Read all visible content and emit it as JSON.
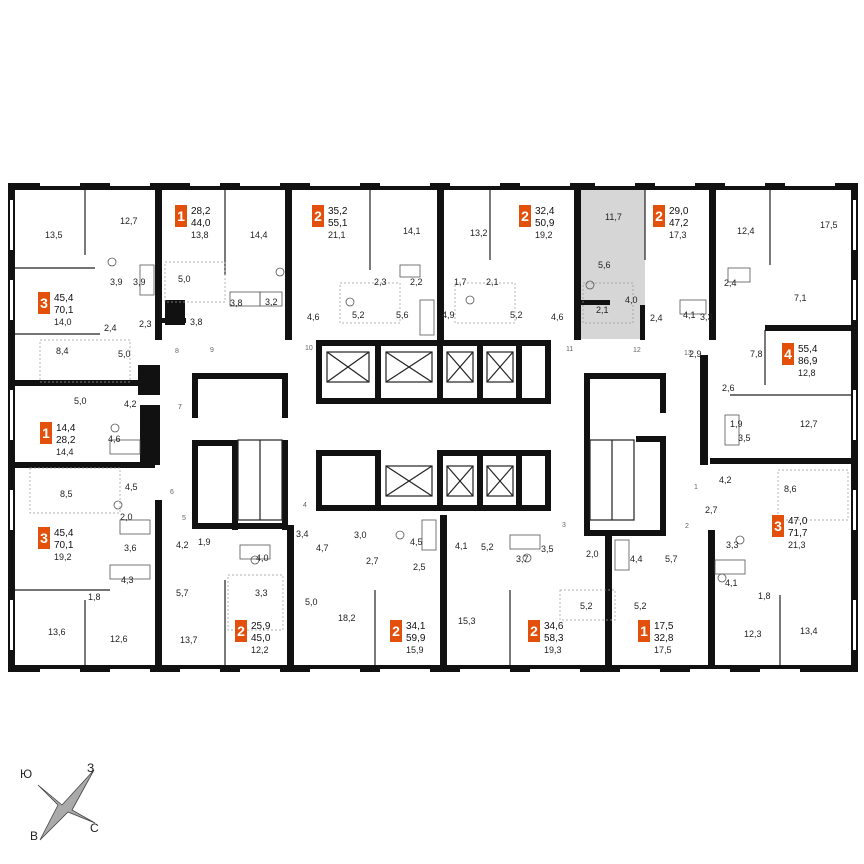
{
  "apartments": [
    {
      "rooms": "1",
      "area": "28,2",
      "total": "44,0",
      "kitchen": "13,8"
    },
    {
      "rooms": "2",
      "area": "35,2",
      "total": "55,1",
      "kitchen": "21,1"
    },
    {
      "rooms": "2",
      "area": "32,4",
      "total": "50,9",
      "kitchen": "19,2"
    },
    {
      "rooms": "2",
      "area": "29,0",
      "total": "47,2",
      "kitchen": "17,3"
    },
    {
      "rooms": "3",
      "area": "45,4",
      "total": "70,1",
      "kitchen": "14,0"
    },
    {
      "rooms": "4",
      "area": "55,4",
      "total": "86,9",
      "kitchen": "12,8"
    },
    {
      "rooms": "1",
      "area": "14,4",
      "total": "28,2",
      "kitchen": "14,4"
    },
    {
      "rooms": "3",
      "area": "45,4",
      "total": "70,1",
      "kitchen": "19,2"
    },
    {
      "rooms": "3",
      "area": "47,0",
      "total": "71,7",
      "kitchen": "21,3"
    },
    {
      "rooms": "2",
      "area": "25,9",
      "total": "45,0",
      "kitchen": "12,2"
    },
    {
      "rooms": "2",
      "area": "34,1",
      "total": "59,9",
      "kitchen": "15,9"
    },
    {
      "rooms": "2",
      "area": "34,6",
      "total": "58,3",
      "kitchen": "19,3"
    },
    {
      "rooms": "1",
      "area": "17,5",
      "total": "32,8",
      "kitchen": "17,5"
    }
  ],
  "room_labels": [
    "13,5",
    "12,7",
    "3,9",
    "3,9",
    "5,0",
    "3,8",
    "3,8",
    "3,2",
    "14,4",
    "4,6",
    "14,1",
    "2,3",
    "2,2",
    "5,2",
    "5,6",
    "1,7",
    "2,1",
    "13,2",
    "4,9",
    "5,2",
    "4,6",
    "11,7",
    "5,6",
    "2,1",
    "4,0",
    "2,4",
    "4,1",
    "3,3",
    "12,4",
    "17,5",
    "2,4",
    "7,1",
    "2,4",
    "2,3",
    "8,4",
    "5,0",
    "5,0",
    "4,2",
    "2,9",
    "7,8",
    "2,6",
    "4,6",
    "1,9",
    "3,5",
    "12,7",
    "8,5",
    "4,5",
    "2,0",
    "3,6",
    "4,3",
    "1,8",
    "13,6",
    "12,6",
    "4,2",
    "5,7",
    "1,9",
    "4,0",
    "3,3",
    "13,7",
    "3,4",
    "4,7",
    "3,0",
    "4,5",
    "2,7",
    "2,5",
    "5,0",
    "18,2",
    "4,1",
    "5,2",
    "3,7",
    "3,5",
    "2,0",
    "4,4",
    "5,7",
    "5,2",
    "5,2",
    "15,3",
    "4,2",
    "2,7",
    "8,6",
    "3,3",
    "4,1",
    "1,8",
    "12,3",
    "13,4"
  ],
  "door_labels": [
    "7",
    "8",
    "9",
    "10",
    "11",
    "12",
    "13",
    "7",
    "6",
    "5",
    "4",
    "3",
    "2",
    "1"
  ],
  "compass": {
    "n": "Ю",
    "e": "З",
    "s": "С",
    "w": "В"
  },
  "colors": {
    "accent": "#e2500c",
    "highlight": "#d6d6d6",
    "wall": "#111111"
  }
}
